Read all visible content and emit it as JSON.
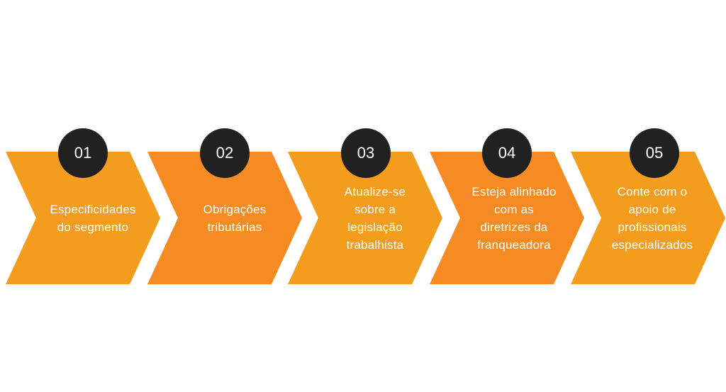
{
  "diagram": {
    "colors": {
      "chevron_primary": "#F39C1E",
      "chevron_alt": "#F58B22",
      "badge": "#212121",
      "text": "#FFFFFF"
    },
    "steps": [
      {
        "number": "01",
        "text": "Especificidades\ndo segmento"
      },
      {
        "number": "02",
        "text": "Obrigações\ntributárias"
      },
      {
        "number": "03",
        "text": "Atualize-se\nsobre a\nlegislação\ntrabalhista"
      },
      {
        "number": "04",
        "text": "Esteja alinhado\ncom as\ndiretrizes da\nfranqueadora"
      },
      {
        "number": "05",
        "text": "Conte com o\napoio de\nprofissionais\nespecializados"
      }
    ]
  }
}
